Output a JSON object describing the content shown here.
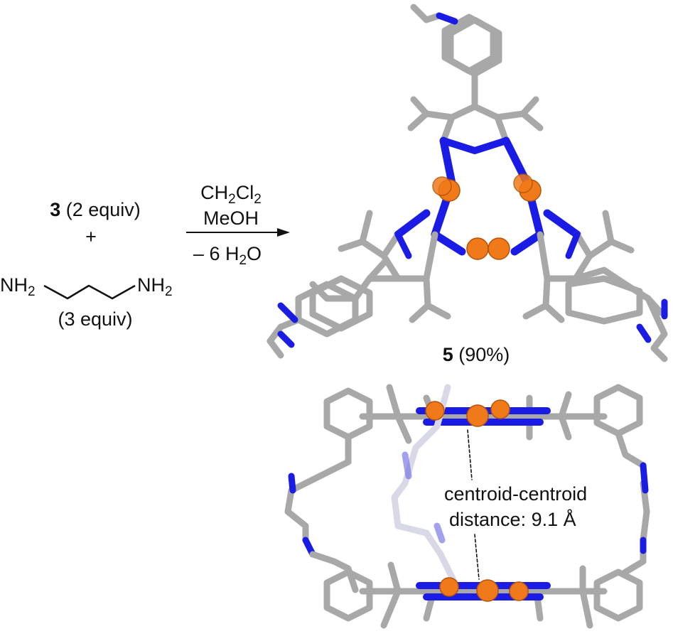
{
  "reactants": {
    "compound_number": "3",
    "compound_equiv": "(2 equiv)",
    "plus": "+",
    "amine_left": "NH",
    "amine_right": "NH",
    "amine_sub": "2",
    "amine_equiv": "(3 equiv)"
  },
  "conditions": {
    "solvent1_a": "CH",
    "solvent1_sub1": "2",
    "solvent1_b": "Cl",
    "solvent1_sub2": "2",
    "solvent2": "MeOH",
    "loss_a": "– 6 H",
    "loss_sub": "2",
    "loss_b": "O"
  },
  "product": {
    "number": "5",
    "yield": "(90%)"
  },
  "annotation": {
    "line1": "centroid-centroid",
    "line2": "distance: 9.1 Å"
  },
  "colors": {
    "carbon": "#a8a8a8",
    "nitrogen": "#1b1be6",
    "metal": "#f07a1a",
    "text": "#111111"
  }
}
